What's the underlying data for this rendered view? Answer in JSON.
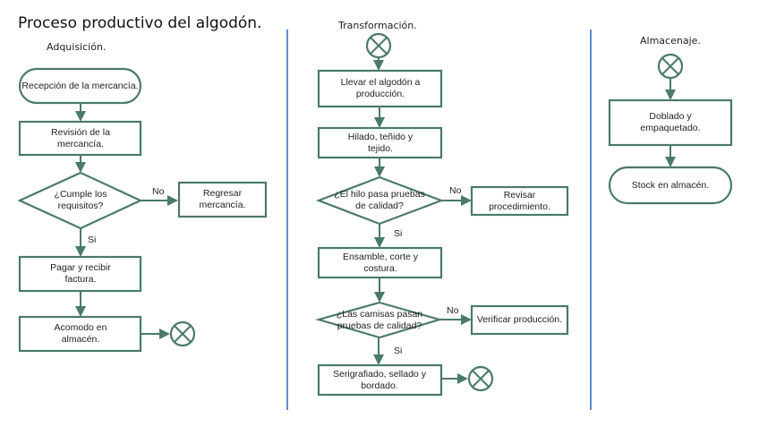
{
  "title": "Proceso productivo del algodón.",
  "sections": {
    "adquisicion": {
      "title": "Adquisición.",
      "nodes": {
        "recepcion": "Recepción de la mercancía.",
        "revision": "Revisión de la mercancía.",
        "decision": "¿Cumple los requisitos?",
        "regresar": "Regresar mercancía.",
        "pagar": "Pagar y recibir factura.",
        "acomodo": "Acomodo en almacén."
      },
      "labels": {
        "no": "No",
        "si": "Si"
      }
    },
    "transformacion": {
      "title": "Transformación.",
      "nodes": {
        "llevar": "Llevar el algodón a producción.",
        "hilado": "Hilado, teñido y tejido.",
        "decision1": "¿El hilo pasa pruebas de calidad?",
        "revisar": "Revisar procedimiento.",
        "ensamble": "Ensamble, corte y costura.",
        "decision2": "¿Las camisas pasan pruebas de calidad?",
        "verificar": "Verificar producción.",
        "serigrafiado": "Serigrafiado, sellado y bordado."
      },
      "labels": {
        "no1": "No",
        "si1": "Si",
        "no2": "No",
        "si2": "Si"
      }
    },
    "almacenaje": {
      "title": "Almacenaje.",
      "nodes": {
        "doblado": "Doblado y empaquetado.",
        "stock": "Stock en almacén."
      }
    }
  },
  "colors": {
    "stroke": "#4a7a6c",
    "divider": "#5b8fc7"
  }
}
